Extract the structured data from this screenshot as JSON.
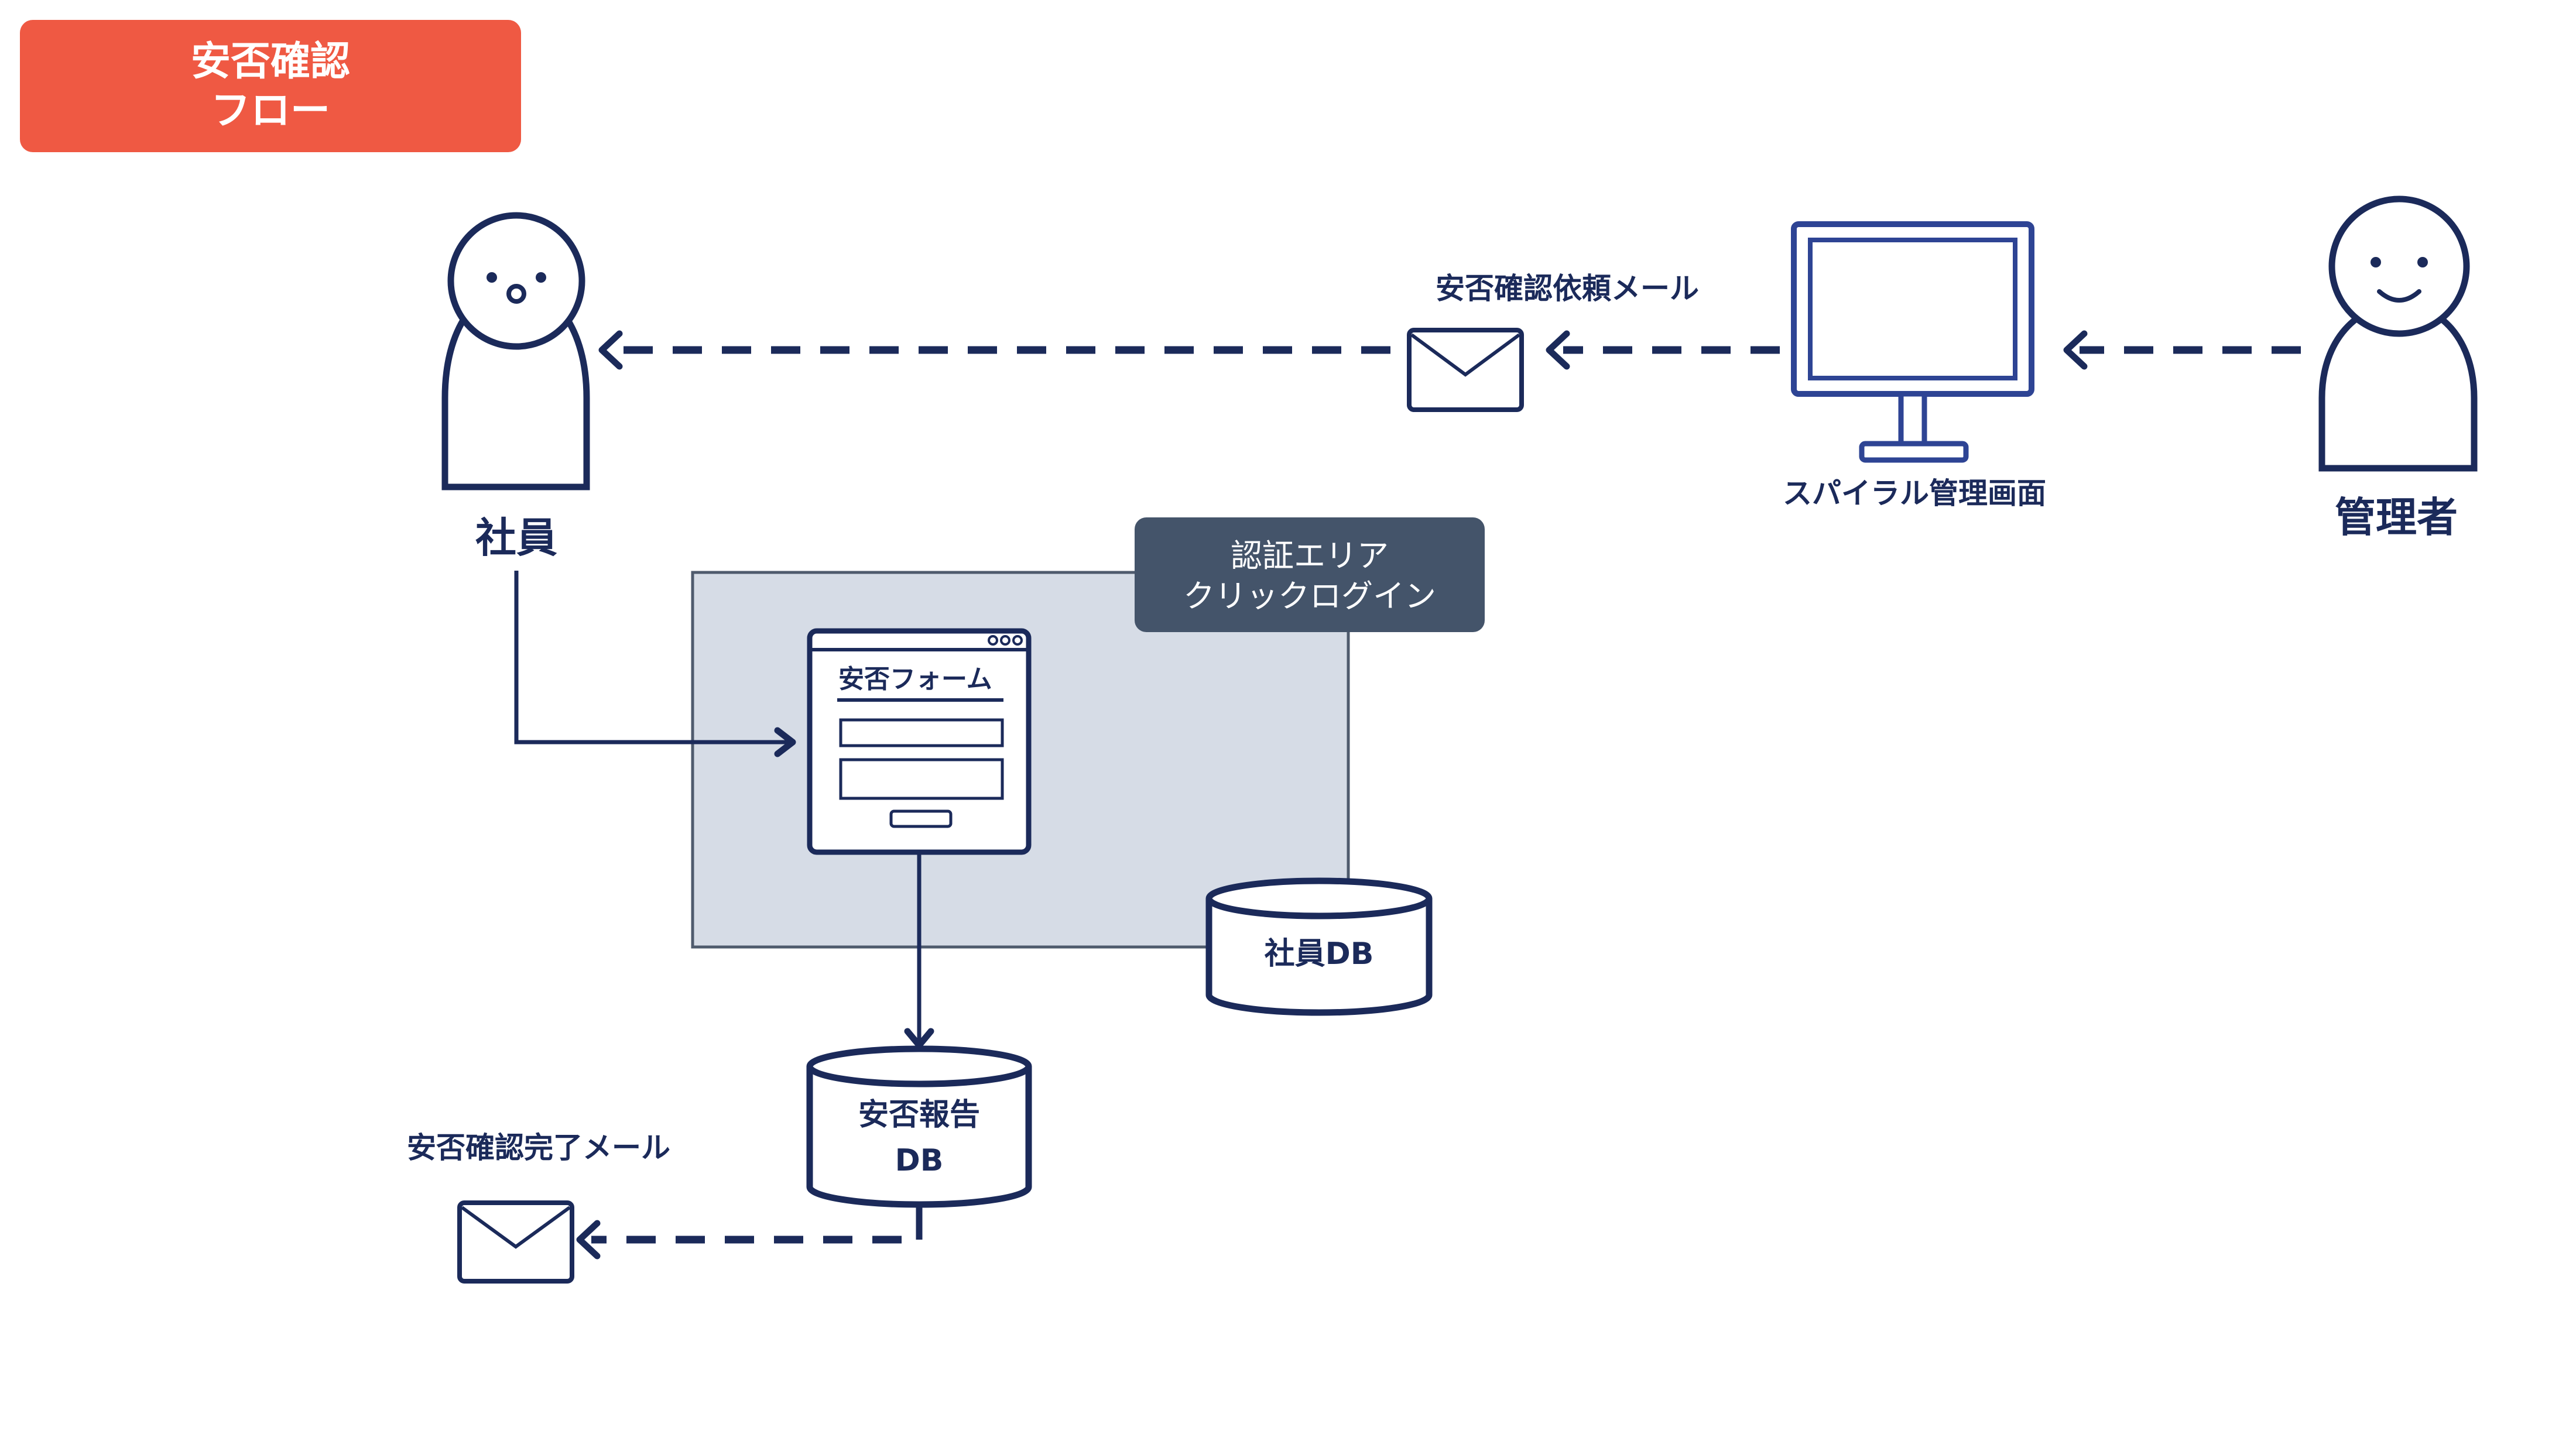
{
  "title": {
    "line1": "安否確認",
    "line2": "フロー"
  },
  "actors": {
    "employee": {
      "label": "社員",
      "icon": "person-icon"
    },
    "admin": {
      "label": "管理者",
      "icon": "person-icon"
    }
  },
  "monitor": {
    "label": "スパイラル管理画面",
    "icon": "monitor-icon"
  },
  "mail_request": {
    "label": "安否確認依頼メール",
    "icon": "mail-icon"
  },
  "mail_complete": {
    "label": "安否確認完了メール",
    "icon": "mail-icon"
  },
  "auth_area": {
    "line1": "認証エリア",
    "line2": "クリックログイン"
  },
  "form": {
    "title": "安否フォーム"
  },
  "databases": {
    "employee_db": {
      "label": "社員DB",
      "icon": "database-icon"
    },
    "report_db": {
      "line1": "安否報告",
      "line2": "DB",
      "icon": "database-icon"
    }
  },
  "colors": {
    "title_bg": "#ef5943",
    "ink": "#1b2a5a",
    "area_bg": "#d6dce6",
    "area_border": "#4f5b6d",
    "tag_bg": "#44546a",
    "monitor": "#2e4494"
  }
}
